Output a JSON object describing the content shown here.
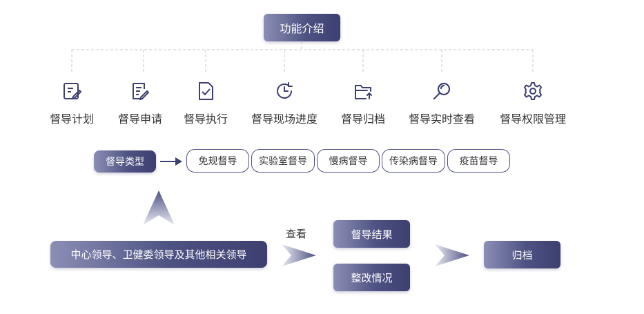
{
  "title": "功能介绍",
  "functions": [
    {
      "label": "督导计划",
      "icon": "clipboard-edit-icon"
    },
    {
      "label": "督导申请",
      "icon": "document-edit-icon"
    },
    {
      "label": "督导执行",
      "icon": "checkbox-document-icon"
    },
    {
      "label": "督导现场进度",
      "icon": "clock-progress-icon"
    },
    {
      "label": "督导归档",
      "icon": "archive-upload-icon"
    },
    {
      "label": "督导实时查看",
      "icon": "search-icon"
    },
    {
      "label": "督导权限管理",
      "icon": "gear-icon"
    }
  ],
  "types": {
    "label": "督导类型",
    "items": [
      "免规督导",
      "实验室督导",
      "慢病督导",
      "传染病督导",
      "疫苗督导"
    ]
  },
  "flow": {
    "leaders": "中心领导、卫健委领导及其他相关领导",
    "view": "查看",
    "results": "督导结果",
    "rectify": "整改情况",
    "archive": "归档"
  },
  "colors": {
    "accent_dark": "#3c3f70",
    "accent_light": "#8b8fb6",
    "connector": "#c8c8d0"
  }
}
